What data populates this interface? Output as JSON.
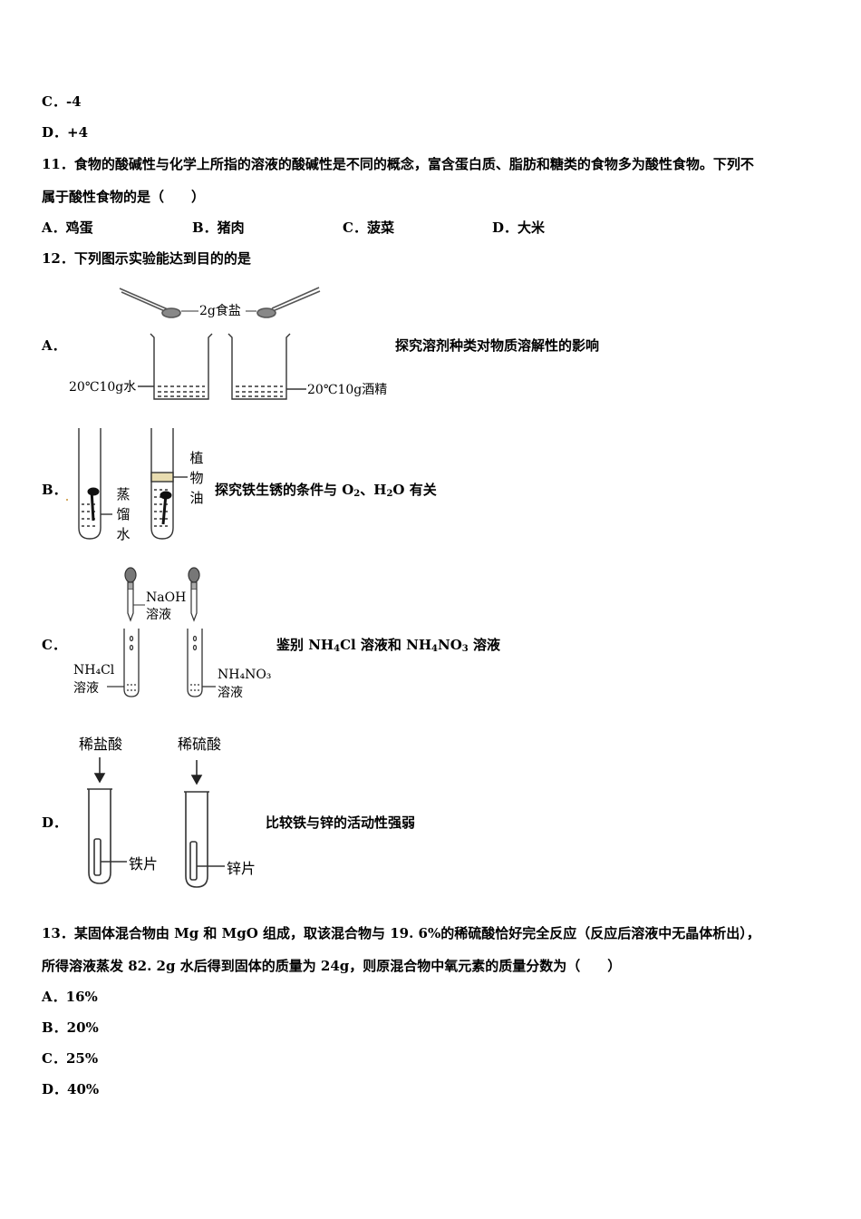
{
  "prev_options": {
    "c": "C．-4",
    "d": "D．+4"
  },
  "q11": {
    "line1": "11．食物的酸碱性与化学上所指的溶液的酸碱性是不同的概念，富含蛋白质、脂肪和糖类的食物多为酸性食物。下列不",
    "line2": "属于酸性食物的是（　　）",
    "options": [
      "A．鸡蛋",
      "B．猪肉",
      "C．菠菜",
      "D．大米"
    ]
  },
  "q12": {
    "stem": "12．下列图示实验能达到目的的是",
    "a": {
      "letter": "A．",
      "desc": "探究溶剂种类对物质溶解性的影响",
      "salt_label": "2g食盐",
      "left_label": "20℃10g水",
      "right_label": "20℃10g酒精"
    },
    "b": {
      "letter": "B．",
      "desc_pre": "探究铁生锈的条件与 O",
      "desc_sub1": "2",
      "desc_mid": "、H",
      "desc_sub2": "2",
      "desc_post": "O 有关",
      "water_chars": [
        "蒸",
        "馏",
        "水"
      ],
      "oil_chars": [
        "植",
        "物",
        "油"
      ]
    },
    "c": {
      "letter": "C．",
      "desc_pre": "鉴别 NH",
      "desc_sub1": "4",
      "desc_mid": "Cl 溶液和 NH",
      "desc_sub2": "4",
      "desc_mid2": "NO",
      "desc_sub3": "3",
      "desc_post": " 溶液",
      "reagent_line1": "NaOH",
      "reagent_line2": "溶液",
      "left_line1": "NH₄Cl",
      "left_line2": "溶液",
      "right_line1": "NH₄NO₃",
      "right_line2": "溶液"
    },
    "d": {
      "letter": "D．",
      "desc": "比较铁与锌的活动性强弱",
      "acid_left": "稀盐酸",
      "acid_right": "稀硫酸",
      "metal_left": "铁片",
      "metal_right": "锌片"
    }
  },
  "q13": {
    "line1": "13．某固体混合物由 Mg 和 MgO 组成，取该混合物与 19. 6%的稀硫酸恰好完全反应（反应后溶液中无晶体析出），",
    "line2": "所得溶液蒸发 82. 2g 水后得到固体的质量为 24g，则原混合物中氧元素的质量分数为（　　）",
    "options": [
      "A．16%",
      "B．20%",
      "C．25%",
      "D．40%"
    ]
  }
}
